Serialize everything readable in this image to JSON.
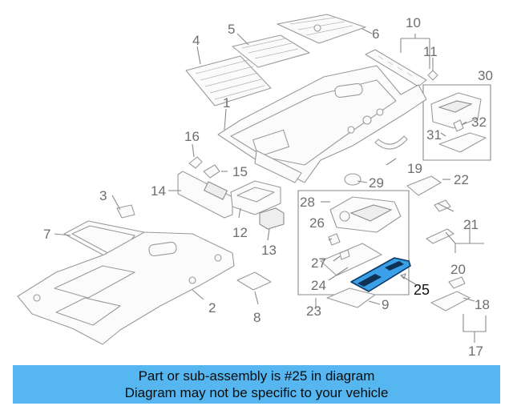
{
  "callouts": [
    "1",
    "2",
    "3",
    "4",
    "5",
    "6",
    "7",
    "8",
    "9",
    "10",
    "11",
    "12",
    "13",
    "14",
    "15",
    "16",
    "17",
    "18",
    "19",
    "20",
    "21",
    "22",
    "23",
    "24",
    "25",
    "26",
    "27",
    "28",
    "29",
    "30",
    "31",
    "32"
  ],
  "highlighted_part": "25",
  "banner": {
    "line1": "Part or sub-assembly is #25 in diagram",
    "line2": "Diagram may not be specific to your vehicle",
    "color": "#56b6f0"
  },
  "colors": {
    "highlight_fill": "#3aa0e8",
    "highlight_stroke": "#0b3a66",
    "line_art": "#9a9a9a"
  }
}
